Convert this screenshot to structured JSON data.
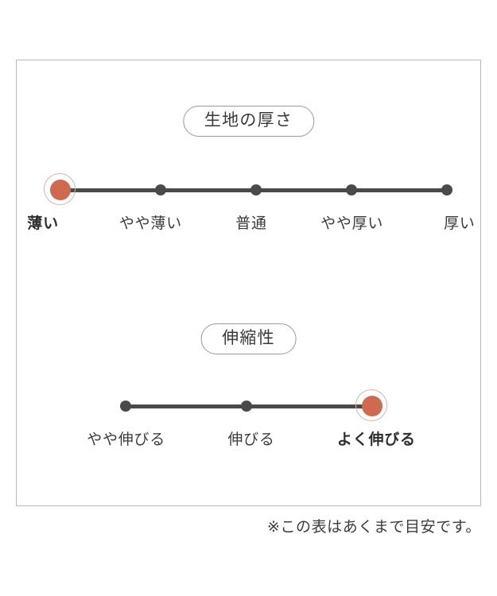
{
  "panel": {
    "sections": [
      {
        "id": "thickness",
        "heading": "生地の厚さ",
        "options": [
          {
            "label": "薄い",
            "selected": true
          },
          {
            "label": "やや薄い",
            "selected": false
          },
          {
            "label": "普通",
            "selected": false
          },
          {
            "label": "やや厚い",
            "selected": false
          },
          {
            "label": "厚い",
            "selected": false
          }
        ]
      },
      {
        "id": "stretch",
        "heading": "伸縮性",
        "options": [
          {
            "label": "やや伸びる",
            "selected": false
          },
          {
            "label": "伸びる",
            "selected": false
          },
          {
            "label": "よく伸びる",
            "selected": true
          }
        ]
      }
    ]
  },
  "footnote": "※この表はあくまで目安です。",
  "colors": {
    "selected_marker": "#cf6a4f",
    "marker": "#4a4a4a",
    "track": "#4a4a4a",
    "panel_border": "#b9b9b9",
    "pill_border": "#9a9a9a",
    "text": "#3c3c3c"
  },
  "chart_data": {
    "type": "table",
    "title": "生地の厚さ・伸縮性",
    "charts": [
      {
        "name": "生地の厚さ",
        "categories": [
          "薄い",
          "やや薄い",
          "普通",
          "やや厚い",
          "厚い"
        ],
        "selected_index": 0,
        "selected_label": "薄い",
        "scale_positions": [
          1,
          2,
          3,
          4,
          5
        ]
      },
      {
        "name": "伸縮性",
        "categories": [
          "やや伸びる",
          "伸びる",
          "よく伸びる"
        ],
        "selected_index": 2,
        "selected_label": "よく伸びる",
        "scale_positions": [
          1,
          2,
          3
        ]
      }
    ],
    "note": "※この表はあくまで目安です。",
    "xlabel": "",
    "ylabel": "",
    "grid": false,
    "legend": "none"
  }
}
